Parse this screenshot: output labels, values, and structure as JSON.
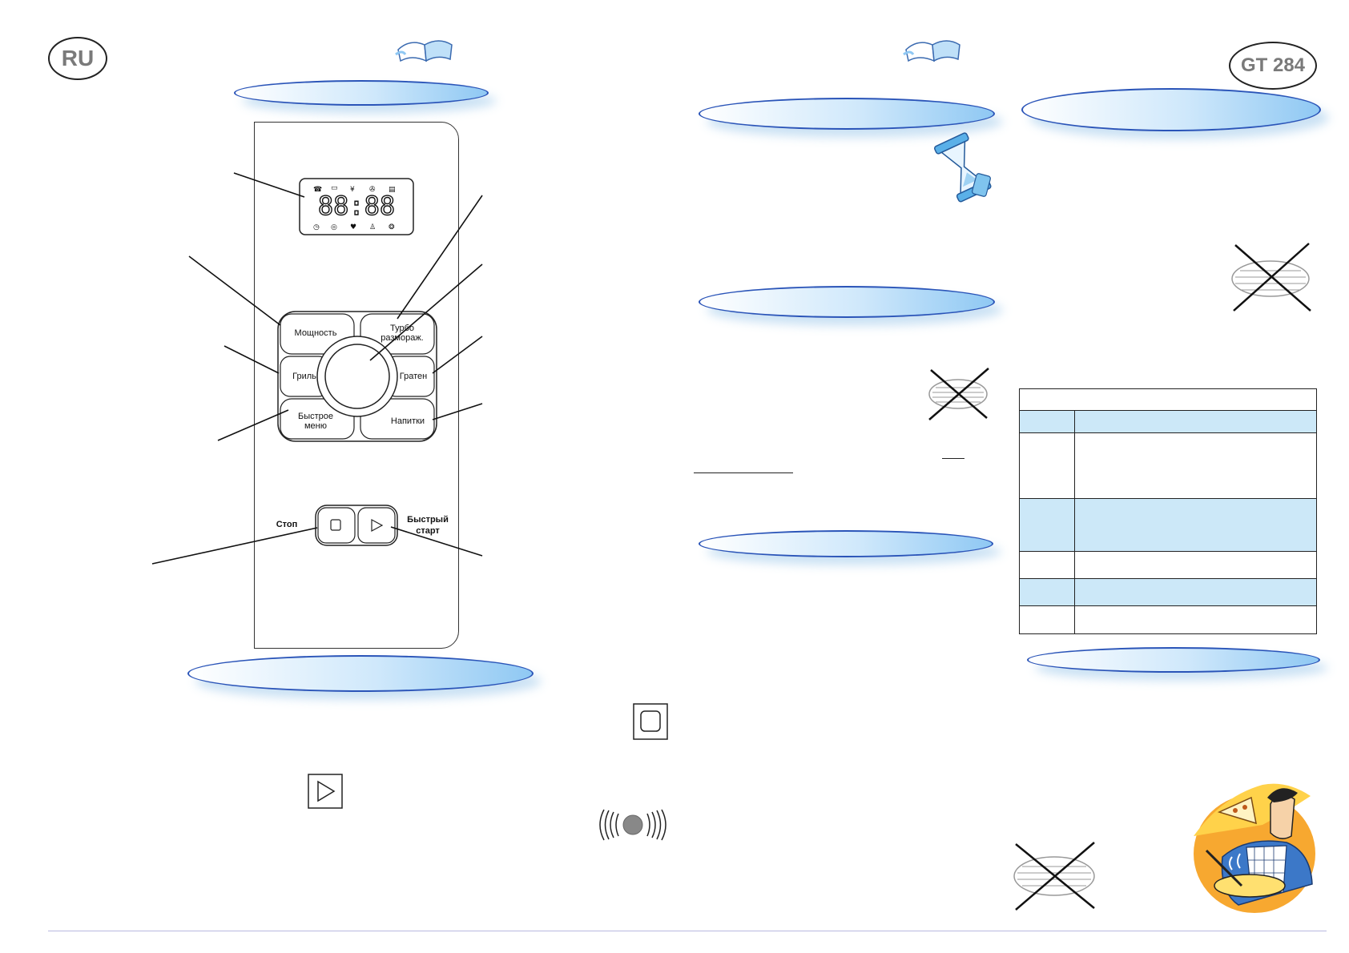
{
  "header": {
    "lang_badge": "RU",
    "model_badge": "GT 284"
  },
  "control_panel": {
    "display": {
      "digits": "88:88"
    },
    "buttons": {
      "power": "Мощность",
      "turbo_defrost_line1": "Турбо",
      "turbo_defrost_line2": "размораж.",
      "grill": "Гриль",
      "gratin": "Гратен",
      "quick_menu_line1": "Быстрое",
      "quick_menu_line2": "меню",
      "drinks": "Напитки",
      "stop": "Стоп",
      "quick_start_line1": "Быстрый",
      "quick_start_line2": "старт"
    }
  },
  "icons": {
    "book": "book-icon",
    "hourglass": "hourglass-icon",
    "no_rack": "crossed-rack-icon",
    "stop_symbol": "stop-icon",
    "start_symbol": "play-icon",
    "vibration": "vibration-icon",
    "chef": "chef-illustration"
  },
  "colors": {
    "pill_border": "#2a54b8",
    "pill_fill": "#cfe8fb",
    "table_highlight": "#cce8f8",
    "footer_line": "#b8b8e0"
  }
}
